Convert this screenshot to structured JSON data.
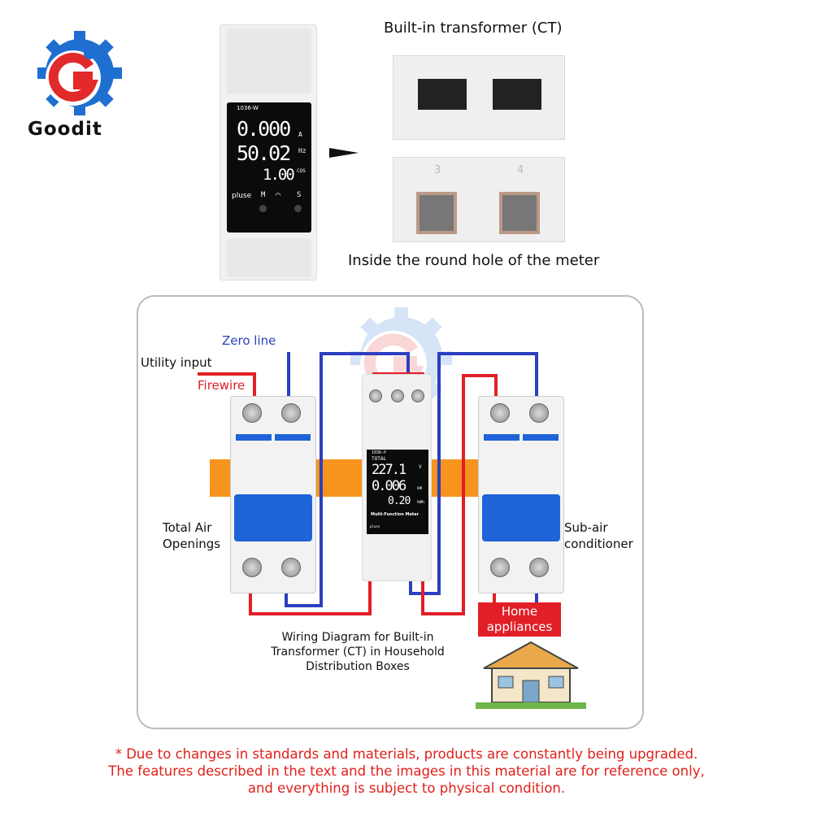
{
  "brand": {
    "name": "Goodit",
    "colors": {
      "blue": "#1f6fd1",
      "red": "#e22a2a"
    }
  },
  "top_meter": {
    "model": "1036-W",
    "current": "0.000",
    "current_unit": "A",
    "frequency": "50.02",
    "frequency_unit": "Hz",
    "power_factor": "1.00",
    "pf_unit": "COS",
    "pulse_label": "pluse",
    "m_label": "M",
    "s_label": "S",
    "icon": "wifi-icon"
  },
  "ct_section": {
    "title": "Built-in transformer (CT)",
    "caption": "Inside the round hole of the meter",
    "terminal_left": "3",
    "terminal_right": "4"
  },
  "diagram": {
    "labels": {
      "zero_line": "Zero line",
      "utility_input": "Utility input",
      "firewire": "Firewire",
      "total_air": [
        "Total Air",
        "Openings"
      ],
      "sub_air": [
        "Sub-air",
        "conditioner"
      ],
      "home": [
        "Home",
        "appliances"
      ]
    },
    "caption": [
      "Wiring Diagram for Built-in",
      "Transformer (CT) in Household",
      "Distribution Boxes"
    ],
    "meter": {
      "model": "1036-P",
      "total": "TOTAL",
      "voltage": "227.1",
      "voltage_unit": "V",
      "power": "0.006",
      "power_unit": "kW",
      "energy": "0.20",
      "energy_unit": "kWh",
      "name": "Multi-Function Meter",
      "pulse_label": "pluse"
    },
    "watermark": "Goodit",
    "colors": {
      "live": "#e21f26",
      "neutral": "#2b3fbf",
      "rail": "#f7941d",
      "breaker": "#1f63d9"
    }
  },
  "footer": [
    "* Due to changes in standards and materials, products are constantly being upgraded.",
    "The features described in the text and the images in this material are for reference only,",
    "and everything is subject to physical condition."
  ]
}
